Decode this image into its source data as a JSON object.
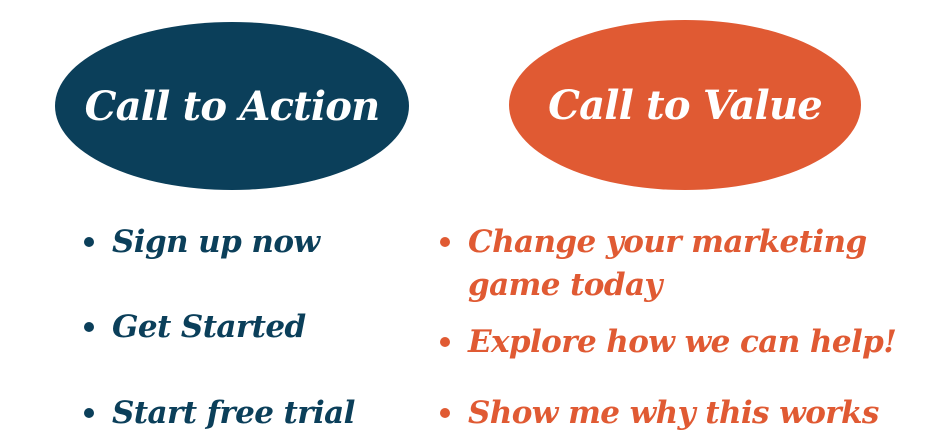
{
  "left": {
    "title": "Call to Action",
    "color": "#0b3f5a",
    "items": [
      "Sign up now",
      "Get Started",
      "Start free trial"
    ]
  },
  "right": {
    "title": "Call to Value",
    "color": "#e05a33",
    "items": [
      "Change your marketing",
      "game today",
      "Explore how we can help!",
      "Show me why this works"
    ]
  }
}
